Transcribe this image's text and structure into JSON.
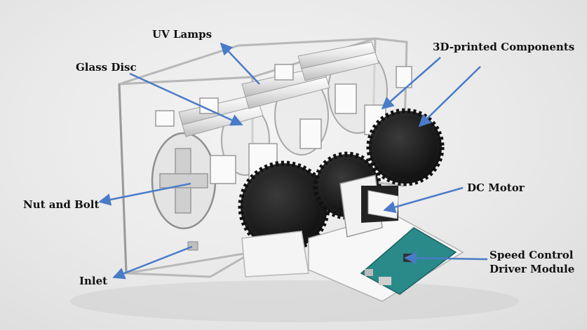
{
  "labels": {
    "uv_lamps": "UV Lamps",
    "glass_disc": "Glass Disc",
    "printed_components": "3D-printed Components",
    "nut_and_bolt": "Nut and Bolt",
    "dc_motor": "DC Motor",
    "speed_control_line1": "Speed Control",
    "speed_control_line2": "Driver Module",
    "inlet": "Inlet"
  },
  "colors": {
    "arrow": "#4a7bc8",
    "gear": "#1f1f1f",
    "base": "#f5f5f5",
    "board": "#2a8a8a"
  }
}
